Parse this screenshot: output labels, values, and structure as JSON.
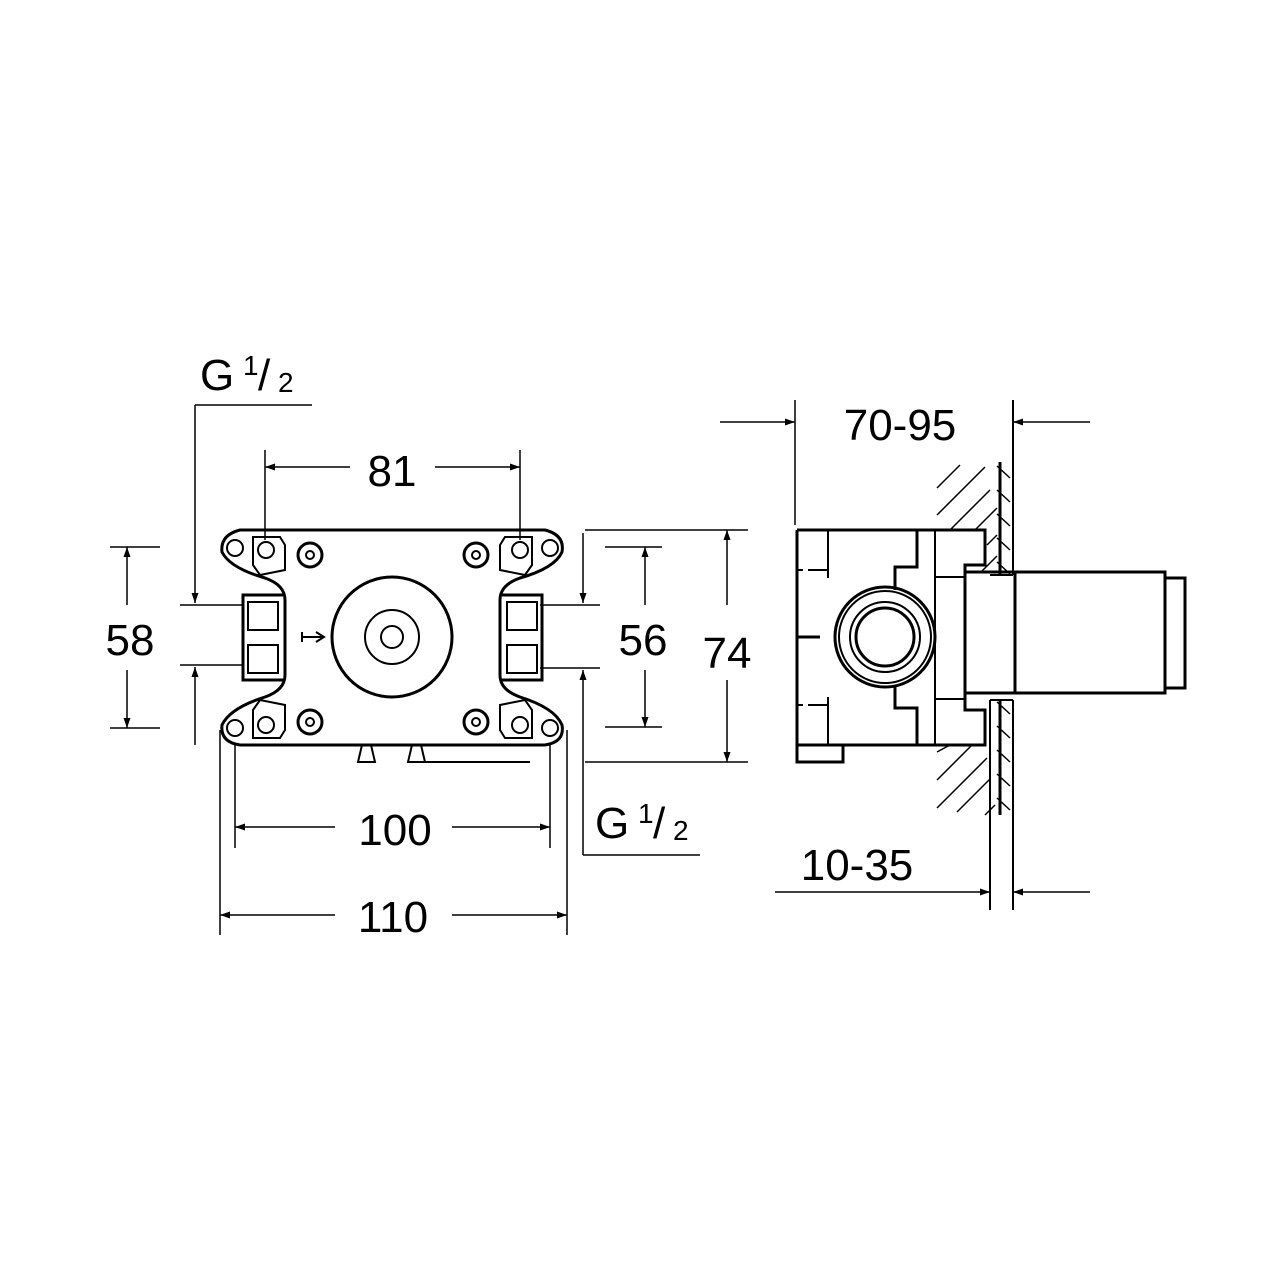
{
  "drawing": {
    "front_view": {
      "thread_top": {
        "main": "G",
        "num": "1",
        "den": "2"
      },
      "thread_bottom": {
        "main": "G",
        "num": "1",
        "den": "2"
      },
      "dim_81": "81",
      "dim_58": "58",
      "dim_56": "56",
      "dim_74": "74",
      "dim_100": "100",
      "dim_110": "110"
    },
    "side_view": {
      "dim_wall_depth": "70-95",
      "dim_tile_depth": "10-35"
    },
    "colors": {
      "line": "#000000",
      "background": "#ffffff"
    }
  }
}
